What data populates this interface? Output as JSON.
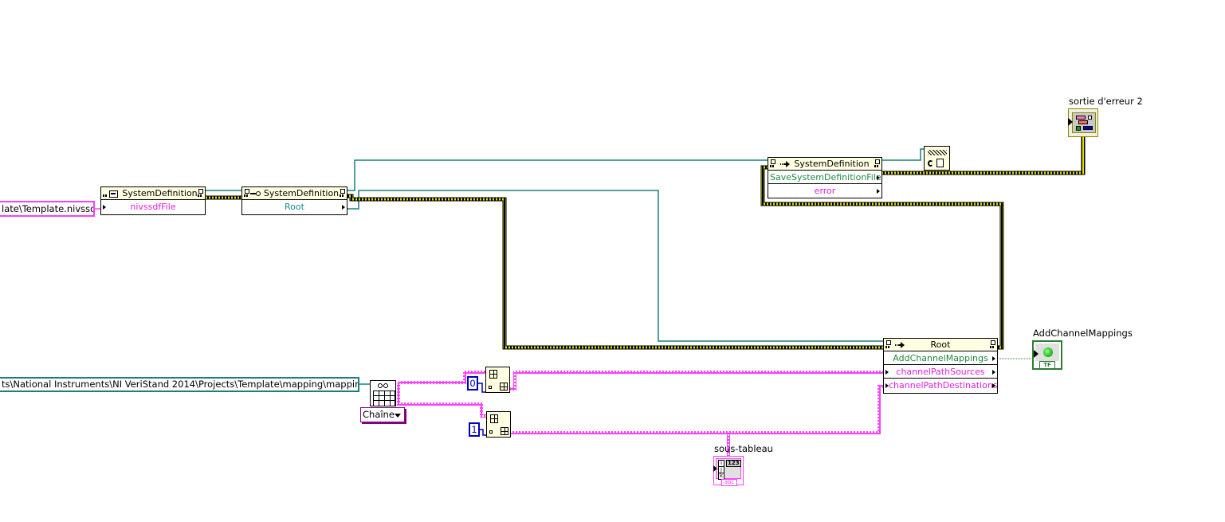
{
  "diagram": {
    "constants": {
      "template_path": "late\\Template.nivssdf",
      "mapping_path": "ts\\National Instruments\\NI VeriStand 2014\\Projects\\Template\\mapping\\mapping.txt",
      "index_0": "0",
      "index_1": "1",
      "format_dropdown": "Chaîne"
    },
    "nodes": {
      "open_sysdef": {
        "title": "SystemDefinition",
        "icon": "open-icon",
        "rows": [
          "nivssdfFile"
        ]
      },
      "property_sysdef": {
        "title": "SystemDefinition",
        "icon": "property-icon",
        "rows": [
          "Root"
        ]
      },
      "save_sysdef": {
        "title": "SystemDefinition",
        "icon": "invoke-icon",
        "rows": [
          "SaveSystemDefinitionFile",
          "error"
        ]
      },
      "root_invoke": {
        "title": "Root",
        "icon": "invoke-icon",
        "rows": [
          "AddChannelMappings",
          "channelPathSources",
          "channelPathDestinations"
        ]
      }
    },
    "indicators": {
      "error_out": {
        "label": "sortie d'erreur 2"
      },
      "add_channel_mappings": {
        "label": "AddChannelMappings",
        "type_label": "TF"
      },
      "subarray": {
        "label": "sous-tableau",
        "type_label": "abc",
        "index_labels": [
          "i",
          "j",
          "k"
        ],
        "numeric_label": "123"
      }
    },
    "colors": {
      "refnum_wire": "#1a7f7f",
      "error_wire": "#c8c800",
      "string_wire": "#ff44ff",
      "numeric_wire": "#0000c0",
      "boolean_wire": "#2e7d32",
      "node_header": "#ffffe1"
    }
  }
}
